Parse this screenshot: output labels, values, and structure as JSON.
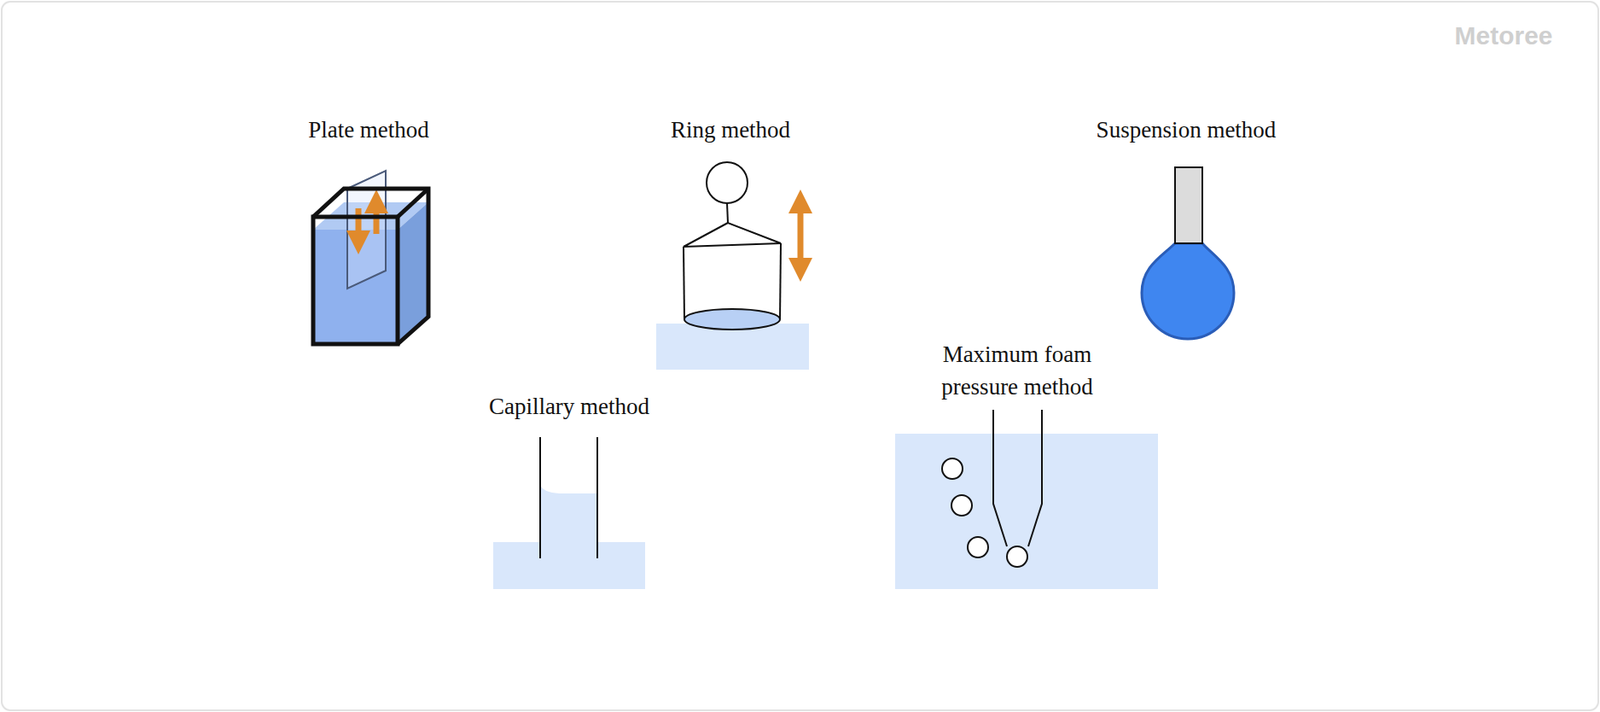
{
  "diagram": {
    "labels": [
      "Plate method",
      "Ring method",
      "Suspension method",
      "Capillary method",
      "Maximum foam pressure method",
      "Metoree"
    ]
  }
}
